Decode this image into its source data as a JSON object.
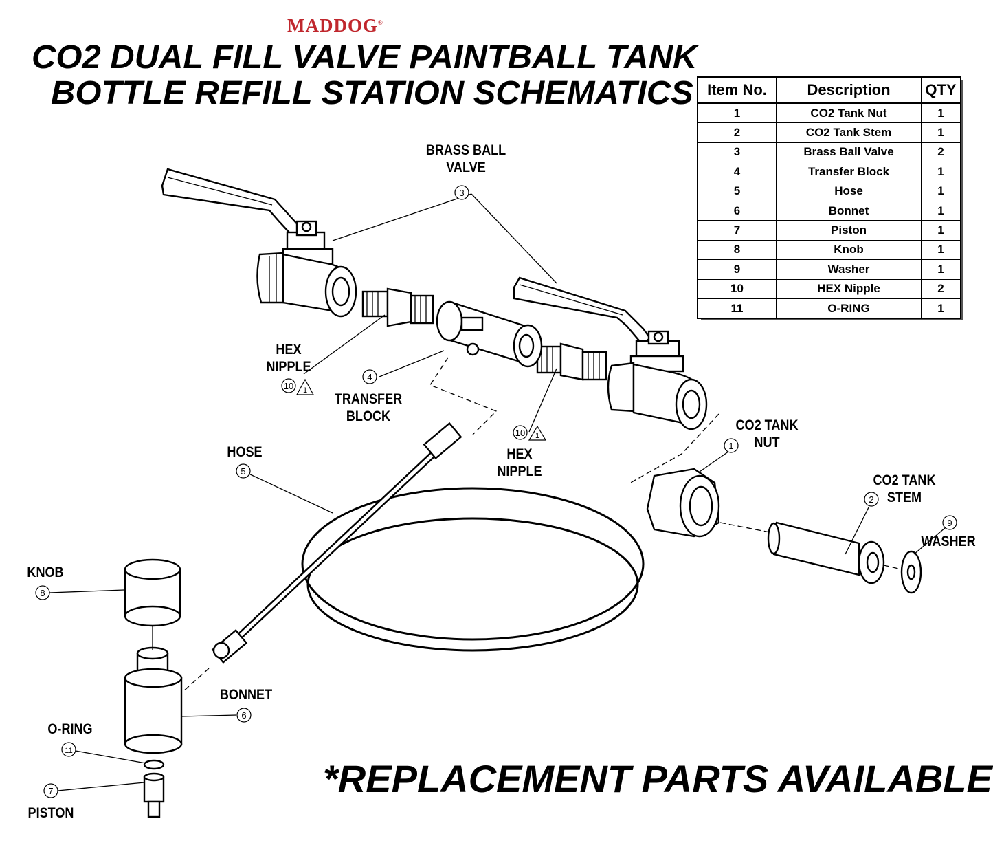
{
  "brand": "MADDOG",
  "brand_mark": "®",
  "title_line1": "CO2 DUAL FILL VALVE PAINTBALL TANK",
  "title_line2": "BOTTLE REFILL STATION SCHEMATICS",
  "footer": "*REPLACEMENT PARTS AVAILABLE",
  "table": {
    "headers": [
      "Item No.",
      "Description",
      "QTY"
    ],
    "rows": [
      {
        "no": "1",
        "desc": "CO2 Tank Nut",
        "qty": "1"
      },
      {
        "no": "2",
        "desc": "CO2 Tank Stem",
        "qty": "1"
      },
      {
        "no": "3",
        "desc": "Brass Ball Valve",
        "qty": "2"
      },
      {
        "no": "4",
        "desc": "Transfer Block",
        "qty": "1"
      },
      {
        "no": "5",
        "desc": "Hose",
        "qty": "1"
      },
      {
        "no": "6",
        "desc": "Bonnet",
        "qty": "1"
      },
      {
        "no": "7",
        "desc": "Piston",
        "qty": "1"
      },
      {
        "no": "8",
        "desc": "Knob",
        "qty": "1"
      },
      {
        "no": "9",
        "desc": "Washer",
        "qty": "1"
      },
      {
        "no": "10",
        "desc": "HEX Nipple",
        "qty": "2"
      },
      {
        "no": "11",
        "desc": "O-RING",
        "qty": "1"
      }
    ]
  },
  "callouts": {
    "brass_ball_valve": {
      "label1": "BRASS BALL",
      "label2": "VALVE",
      "num": "3"
    },
    "hex_nipple_left": {
      "label1": "HEX",
      "label2": "NIPPLE",
      "num": "10",
      "note": "1"
    },
    "transfer_block": {
      "label1": "TRANSFER",
      "label2": "BLOCK",
      "num": "4"
    },
    "hex_nipple_right": {
      "label1": "HEX",
      "label2": "NIPPLE",
      "num": "10",
      "note": "1"
    },
    "co2_tank_nut": {
      "label1": "CO2 TANK",
      "label2": "NUT",
      "num": "1"
    },
    "co2_tank_stem": {
      "label1": "CO2 TANK",
      "label2": "STEM",
      "num": "2"
    },
    "washer": {
      "label1": "WASHER",
      "num": "9"
    },
    "hose": {
      "label1": "HOSE",
      "num": "5"
    },
    "knob": {
      "label1": "KNOB",
      "num": "8"
    },
    "bonnet": {
      "label1": "BONNET",
      "num": "6"
    },
    "o_ring": {
      "label1": "O-RING",
      "num": "11"
    },
    "piston": {
      "label1": "PISTON",
      "num": "7"
    }
  },
  "colors": {
    "brand": "#c0272d",
    "ink": "#000000",
    "background": "#ffffff"
  }
}
